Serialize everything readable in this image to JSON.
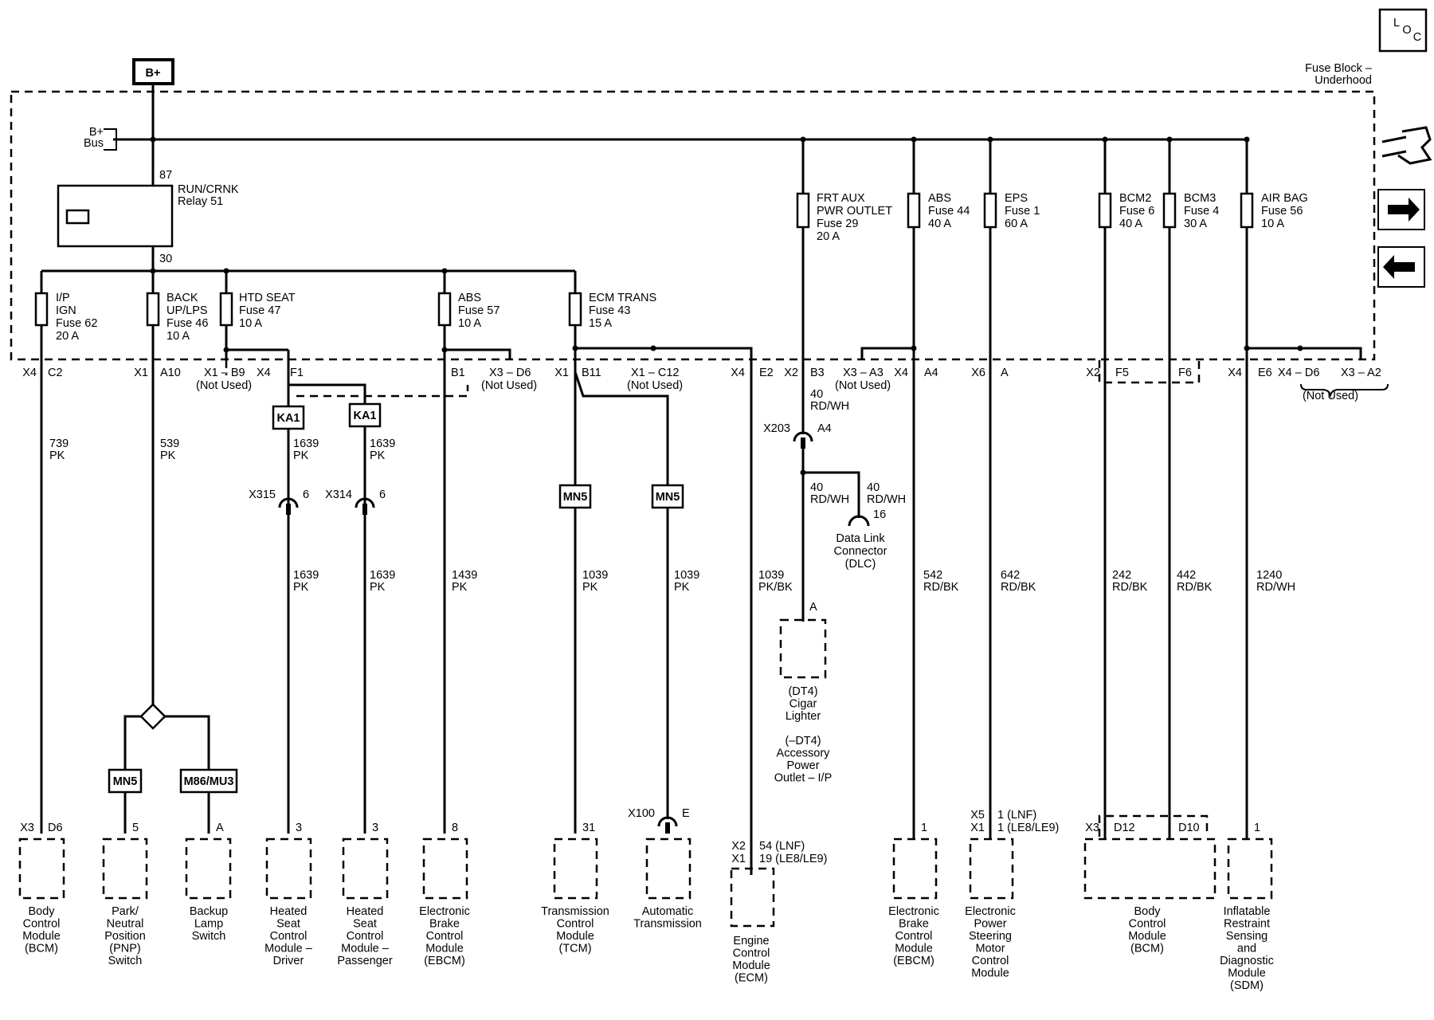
{
  "power": {
    "bplus": "B+",
    "bus_label": [
      "B+",
      "Bus"
    ]
  },
  "fuse_block": {
    "title": [
      "Fuse Block –",
      "Underhood"
    ]
  },
  "loc_icon": {
    "l": "L",
    "o": "O",
    "c": "C"
  },
  "relay": {
    "label": [
      "RUN/CRNK",
      "Relay 51"
    ],
    "pin_in": "87",
    "pin_out": "30"
  },
  "upper_fuses": [
    {
      "label": [
        "FRT AUX",
        "PWR OUTLET",
        "Fuse 29",
        "20 A"
      ]
    },
    {
      "label": [
        "ABS",
        "Fuse 44",
        "40 A"
      ]
    },
    {
      "label": [
        "EPS",
        "Fuse 1",
        "60 A"
      ]
    },
    {
      "label": [
        "BCM2",
        "Fuse 6",
        "40 A"
      ]
    },
    {
      "label": [
        "BCM3",
        "Fuse 4",
        "30 A"
      ]
    },
    {
      "label": [
        "AIR BAG",
        "Fuse 56",
        "10 A"
      ]
    }
  ],
  "lower_fuses": [
    {
      "label": [
        "I/P",
        "IGN",
        "Fuse 62",
        "20 A"
      ]
    },
    {
      "label": [
        "BACK",
        "UP/LPS",
        "Fuse 46",
        "10 A"
      ]
    },
    {
      "label": [
        "HTD SEAT",
        "Fuse 47",
        "10 A"
      ]
    },
    {
      "label": [
        "ABS",
        "Fuse 57",
        "10 A"
      ]
    },
    {
      "label": [
        "ECM TRANS",
        "Fuse 43",
        "15 A"
      ]
    }
  ],
  "block_pins": {
    "x4_c2": [
      "X4",
      "C2"
    ],
    "x1_a10": [
      "X1",
      "A10"
    ],
    "x1_b9": [
      "X1 – B9",
      "(Not Used)"
    ],
    "x4_f1": [
      "X4",
      "F1"
    ],
    "b1": "B1",
    "x3_d6": [
      "X3 – D6",
      "(Not Used)"
    ],
    "x1_b11": [
      "X1",
      "B11"
    ],
    "x1_c12": [
      "X1 – C12",
      "(Not Used)"
    ],
    "x4_e2": [
      "X4",
      "E2"
    ],
    "x2_b3": [
      "X2",
      "B3"
    ],
    "x3_a3": [
      "X3 – A3",
      "(Not Used)"
    ],
    "x4_a4": [
      "X4",
      "A4"
    ],
    "x6_a": [
      "X6",
      "A"
    ],
    "x2_f5": [
      "X2",
      "F5"
    ],
    "f6": "F6",
    "x4_e6": [
      "X4",
      "E6"
    ],
    "x4_d6": "X4 – D6",
    "x3_a2": "X3 – A2",
    "not_used": "(Not Used)"
  },
  "wires": {
    "w739": [
      "739",
      "PK"
    ],
    "w539": [
      "539",
      "PK"
    ],
    "w1639": [
      "1639",
      "PK"
    ],
    "w1439": [
      "1439",
      "PK"
    ],
    "w1039": [
      "1039",
      "PK"
    ],
    "w1039bk": [
      "1039",
      "PK/BK"
    ],
    "w40": [
      "40",
      "RD/WH"
    ],
    "w542": [
      "542",
      "RD/BK"
    ],
    "w642": [
      "642",
      "RD/BK"
    ],
    "w242": [
      "242",
      "RD/BK"
    ],
    "w442": [
      "442",
      "RD/BK"
    ],
    "w1240": [
      "1240",
      "RD/WH"
    ]
  },
  "options": {
    "ka1": "KA1",
    "mn5": "MN5",
    "m86": "M86/MU3"
  },
  "connectors": {
    "x315": [
      "X315",
      "6"
    ],
    "x314": [
      "X314",
      "6"
    ],
    "x203": [
      "X203",
      "A4"
    ],
    "dlc_pin": "16",
    "x100": [
      "X100",
      "E"
    ],
    "cig_pin": "A"
  },
  "dlc": {
    "label": [
      "Data Link",
      "Connector",
      "(DLC)"
    ]
  },
  "cigar": {
    "label": [
      "(DT4)",
      "Cigar",
      "Lighter",
      "",
      "(–DT4)",
      "Accessory",
      "Power",
      "Outlet – I/P"
    ]
  },
  "modules": [
    {
      "pin": [
        "X3",
        "D6"
      ],
      "label": [
        "Body",
        "Control",
        "Module",
        "(BCM)"
      ]
    },
    {
      "pin": [
        "",
        "5"
      ],
      "label": [
        "Park/",
        "Neutral",
        "Position",
        "(PNP)",
        "Switch"
      ]
    },
    {
      "pin": [
        "",
        "A"
      ],
      "label": [
        "Backup",
        "Lamp",
        "Switch"
      ]
    },
    {
      "pin": [
        "",
        "3"
      ],
      "label": [
        "Heated",
        "Seat",
        "Control",
        "Module –",
        "Driver"
      ]
    },
    {
      "pin": [
        "",
        "3"
      ],
      "label": [
        "Heated",
        "Seat",
        "Control",
        "Module –",
        "Passenger"
      ]
    },
    {
      "pin": [
        "",
        "8"
      ],
      "label": [
        "Electronic",
        "Brake",
        "Control",
        "Module",
        "(EBCM)"
      ]
    },
    {
      "pin": [
        "",
        "31"
      ],
      "label": [
        "Transmission",
        "Control",
        "Module",
        "(TCM)"
      ]
    },
    {
      "pin": [
        "",
        ""
      ],
      "label": [
        "Automatic",
        "Transmission"
      ]
    },
    {
      "pin": [
        "X2",
        "54 (LNF)",
        "X1",
        "19 (LE8/LE9)"
      ],
      "label": [
        "Engine",
        "Control",
        "Module",
        "(ECM)"
      ]
    },
    {
      "pin": [
        "",
        "1"
      ],
      "label": [
        "Electronic",
        "Brake",
        "Control",
        "Module",
        "(EBCM)"
      ]
    },
    {
      "pin": [
        "X5",
        "1 (LNF)",
        "X1",
        "1 (LE8/LE9)"
      ],
      "label": [
        "Electronic",
        "Power",
        "Steering",
        "Motor",
        "Control",
        "Module"
      ]
    },
    {
      "pin": [
        "X3",
        "D12",
        "D10"
      ],
      "label": [
        "Body",
        "Control",
        "Module",
        "(BCM)"
      ]
    },
    {
      "pin": [
        "",
        "1"
      ],
      "label": [
        "Inflatable",
        "Restraint",
        "Sensing",
        "and",
        "Diagnostic",
        "Module",
        "(SDM)"
      ]
    }
  ]
}
